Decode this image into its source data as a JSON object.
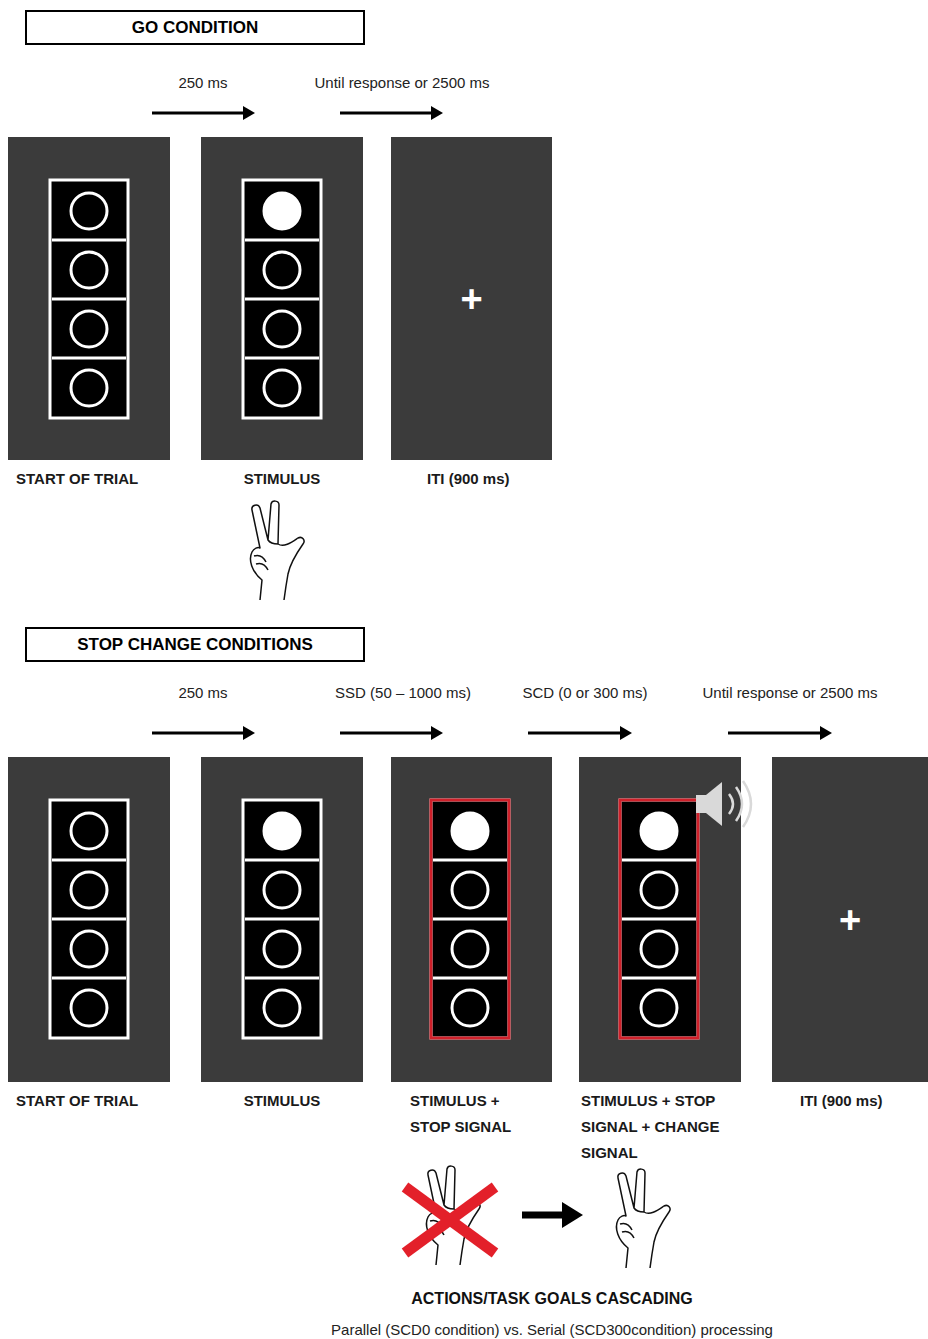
{
  "diagram": {
    "nodes": [
      {
        "text": [
          "GO CONDITION"
        ]
      },
      {
        "text": [
          "START OF TRIAL"
        ]
      },
      {
        "text": [
          "STIMULUS"
        ]
      },
      {
        "text": [
          "+",
          "ITI (900 ms)"
        ]
      },
      {
        "text": [
          "STOP CHANGE CONDITIONS"
        ]
      },
      {
        "text": [
          "START OF TRIAL"
        ]
      },
      {
        "text": [
          "STIMULUS"
        ]
      },
      {
        "text": [
          "STIMULUS + STOP SIGNAL"
        ]
      },
      {
        "text": [
          "STIMULUS + STOP SIGNAL + CHANGE SIGNAL"
        ]
      },
      {
        "text": [
          "+",
          "ITI (900 ms)"
        ]
      }
    ],
    "labels": [
      "250 ms",
      "Until response or 2500 ms",
      "250 ms",
      "SSD (50 – 1000 ms)",
      "SCD (0 or 300 ms)",
      "Until response or 2500 ms",
      "ACTIONS/TASK GOALS CASCADING",
      "Parallel (SCD0 condition) vs. Serial (SCD300condition) processing"
    ]
  }
}
